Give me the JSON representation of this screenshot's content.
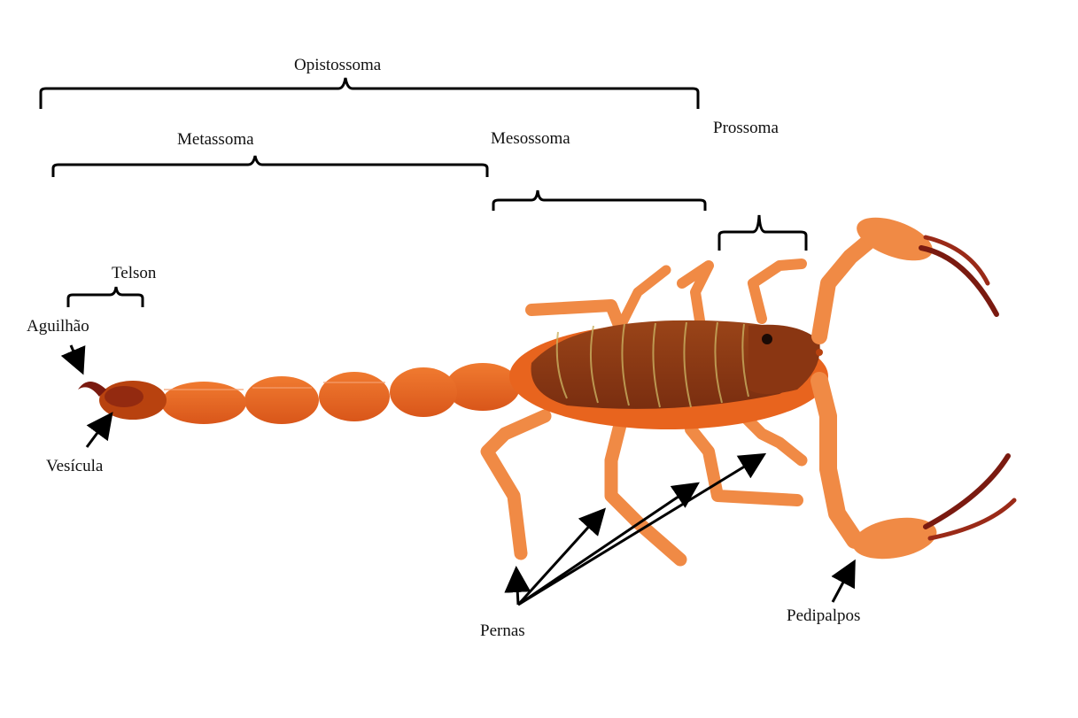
{
  "labels": {
    "opistossoma": "Opistossoma",
    "metassoma": "Metassoma",
    "mesossoma": "Mesossoma",
    "prossoma": "Prossoma",
    "telson": "Telson",
    "aguilhao": "Aguilhão",
    "vesicula": "Vesícula",
    "pernas": "Pernas",
    "pedipalpos": "Pedipalpos"
  },
  "colors": {
    "body": "#e8641e",
    "body_dark": "#b8420f",
    "carapace": "#8a3612",
    "legs": "#f08a45",
    "claw_tip": "#7a1a10",
    "annotation": "#000000",
    "background": "#ffffff"
  }
}
